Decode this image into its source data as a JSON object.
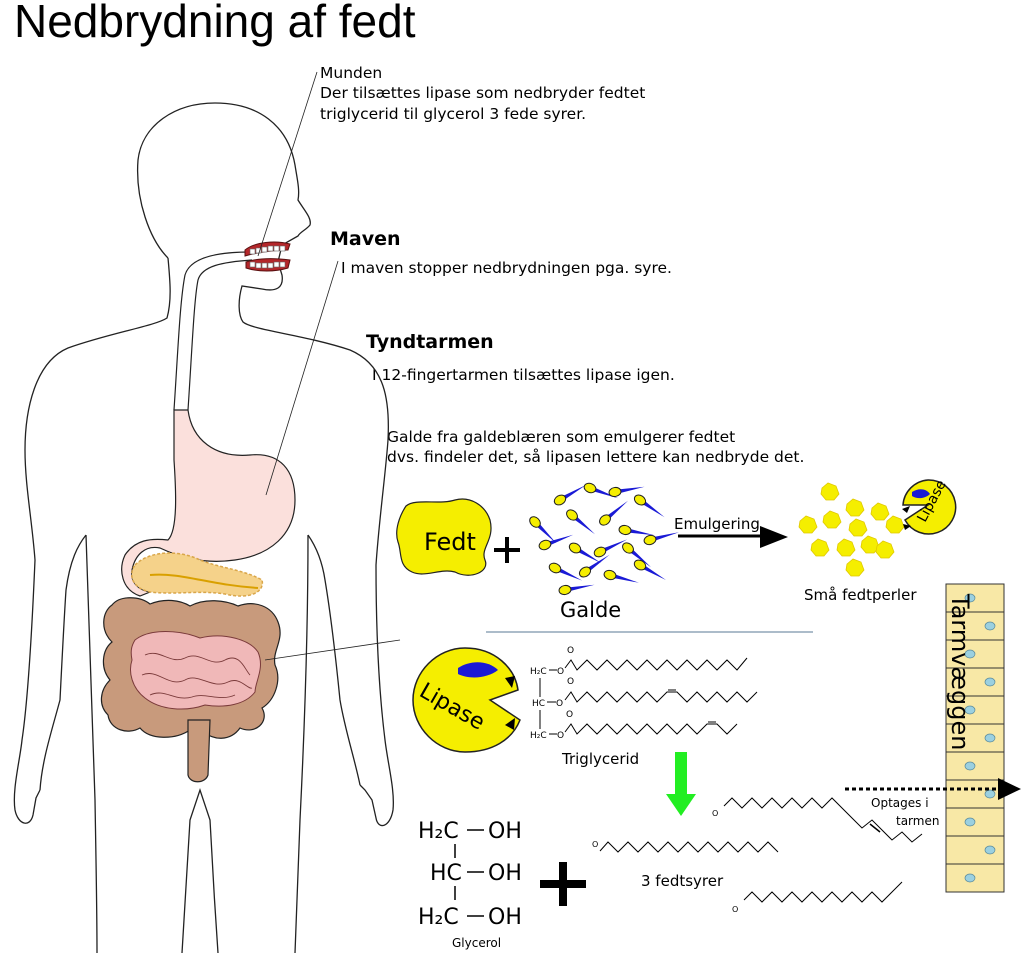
{
  "title": "Nedbrydning af fedt",
  "munden": {
    "heading": "Munden",
    "line1": "Der tilsættes lipase som nedbryder fedtet",
    "line2": "triglycerid til glycerol  3 fede syrer."
  },
  "maven": {
    "heading": "Maven",
    "text": "I maven stopper nedbrydningen pga. syre."
  },
  "tyndtarmen": {
    "heading": "Tyndtarmen",
    "text": "I 12-fingertarmen tilsættes lipase igen.",
    "galde_line1": "Galde fra galdeblæren som emulgerer fedtet",
    "galde_line2": "dvs. findeler det, så lipasen lettere kan nedbryde det."
  },
  "emulsion": {
    "fedt_label": "Fedt",
    "galde_label": "Galde",
    "arrow_label": "Emulgering",
    "small_label": "Små fedtperler",
    "lipase_label": "Lipase"
  },
  "triglycerid": {
    "lipase_label": "Lipase",
    "label": "Triglycerid",
    "h2c_1": "H₂C",
    "hc": "HC",
    "h2c_2": "H₂C",
    "o": "O"
  },
  "products": {
    "glycerol_label": "Glycerol",
    "h2c_top": "H₂C",
    "hc_mid": "HC",
    "h2c_bot": "H₂C",
    "oh": "OH",
    "fatty_acids_label": "3 fedtsyrer",
    "o": "O"
  },
  "absorption": {
    "wall_label": "Tarmvæggen",
    "optages_line1": "Optages i",
    "optages_line2": "tarmen"
  },
  "colors": {
    "fat_yellow": "#f5ee00",
    "bile_blue": "#1a1ad6",
    "arrow_green": "#22ee22",
    "stomach_pink": "#fbe0dc",
    "intestine_brown": "#c89a7c",
    "small_intestine_pink": "#f0b8b8",
    "wall_yellow": "#f8e8a6",
    "nucleus_cyan": "#9bd0e0"
  }
}
